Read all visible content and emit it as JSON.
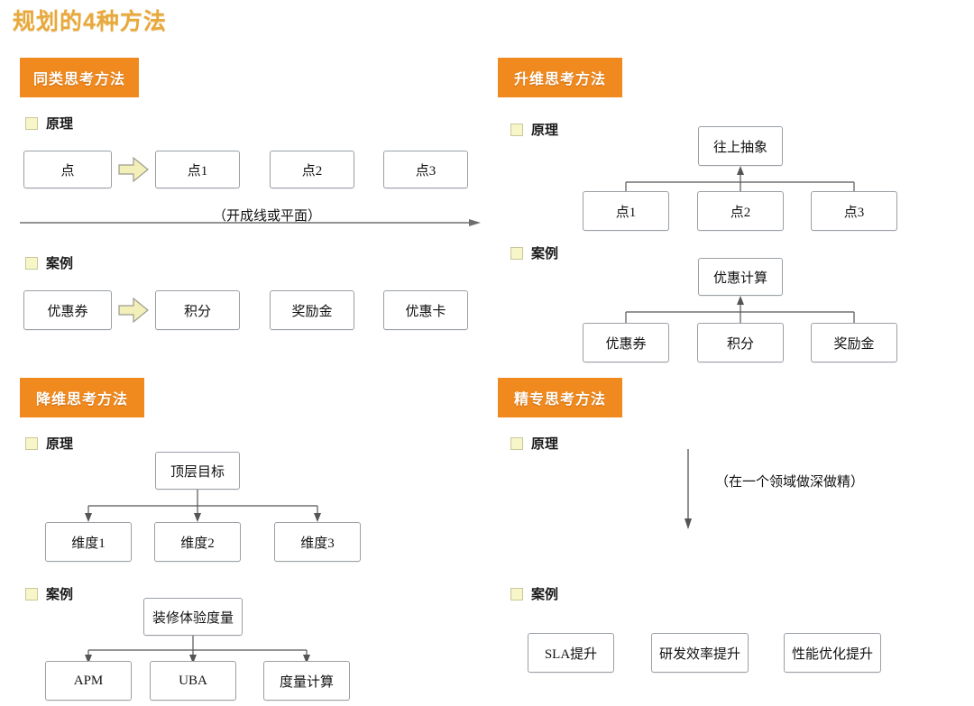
{
  "page": {
    "title": "规划的4种方法",
    "title_color": "#e8a93b",
    "badge_color": "#f08a1e",
    "checkbox_color": "#f7f6c8",
    "arrow_fill": "#f2f0b8",
    "box_border": "#9aa0a6"
  },
  "labels": {
    "principle": "原理",
    "case": "案例"
  },
  "sections": [
    {
      "id": "same-kind",
      "badge": "同类思考方法",
      "principle": {
        "label": "原理",
        "type": "linear-flow",
        "first": "点",
        "arrow_icon": "block-arrow-right-icon",
        "rest": [
          "点1",
          "点2",
          "点3"
        ],
        "caption": "（开成线或平面）",
        "baseline_arrow": "long-arrow-right-icon"
      },
      "case": {
        "label": "案例",
        "type": "linear-flow",
        "first": "优惠券",
        "arrow_icon": "block-arrow-right-icon",
        "rest": [
          "积分",
          "奖励金",
          "优惠卡"
        ]
      }
    },
    {
      "id": "up-dimension",
      "badge": "升维思考方法",
      "principle": {
        "label": "原理",
        "type": "converge-up",
        "top": "往上抽象",
        "children": [
          "点1",
          "点2",
          "点3"
        ]
      },
      "case": {
        "label": "案例",
        "type": "converge-up",
        "top": "优惠计算",
        "children": [
          "优惠券",
          "积分",
          "奖励金"
        ]
      }
    },
    {
      "id": "down-dimension",
      "badge": "降维思考方法",
      "principle": {
        "label": "原理",
        "type": "split-down",
        "top": "顶层目标",
        "children": [
          "维度1",
          "维度2",
          "维度3"
        ]
      },
      "case": {
        "label": "案例",
        "type": "split-down",
        "top": "装修体验度量",
        "children": [
          "APM",
          "UBA",
          "度量计算"
        ]
      }
    },
    {
      "id": "specialize",
      "badge": "精专思考方法",
      "principle": {
        "label": "原理",
        "type": "down-arrow-caption",
        "arrow_icon": "long-arrow-down-icon",
        "caption": "（在一个领域做深做精）"
      },
      "case": {
        "label": "案例",
        "type": "row",
        "items": [
          "SLA提升",
          "研发效率提升",
          "性能优化提升"
        ]
      }
    }
  ]
}
